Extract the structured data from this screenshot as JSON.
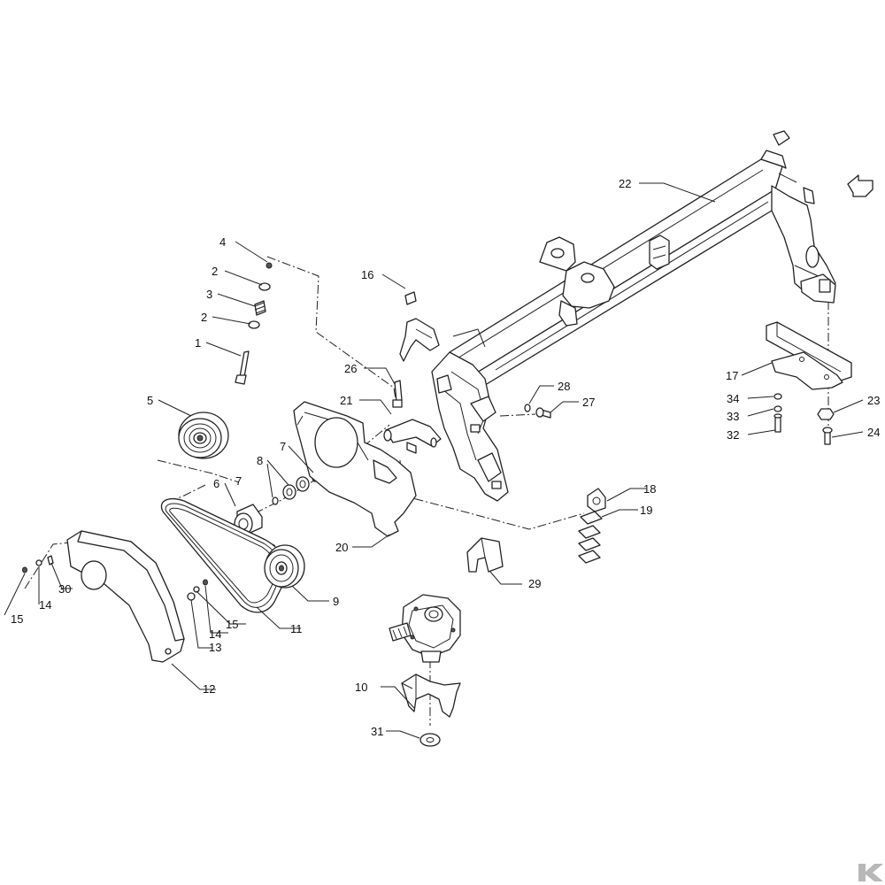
{
  "diagram": {
    "callouts": [
      {
        "id": "c4",
        "text": "4"
      },
      {
        "id": "c2a",
        "text": "2"
      },
      {
        "id": "c3",
        "text": "3"
      },
      {
        "id": "c2b",
        "text": "2"
      },
      {
        "id": "c1",
        "text": "1"
      },
      {
        "id": "c16",
        "text": "16"
      },
      {
        "id": "c22",
        "text": "22"
      },
      {
        "id": "c26",
        "text": "26"
      },
      {
        "id": "c21",
        "text": "21"
      },
      {
        "id": "c28",
        "text": "28"
      },
      {
        "id": "c27",
        "text": "27"
      },
      {
        "id": "c5",
        "text": "5"
      },
      {
        "id": "c7a",
        "text": "7"
      },
      {
        "id": "c8",
        "text": "8"
      },
      {
        "id": "c6",
        "text": "6"
      },
      {
        "id": "c7b",
        "text": "7"
      },
      {
        "id": "c17",
        "text": "17"
      },
      {
        "id": "c34",
        "text": "34"
      },
      {
        "id": "c33",
        "text": "33"
      },
      {
        "id": "c32",
        "text": "32"
      },
      {
        "id": "c23",
        "text": "23"
      },
      {
        "id": "c24",
        "text": "24"
      },
      {
        "id": "c18",
        "text": "18"
      },
      {
        "id": "c19",
        "text": "19"
      },
      {
        "id": "c20",
        "text": "20"
      },
      {
        "id": "c29",
        "text": "29"
      },
      {
        "id": "c9",
        "text": "9"
      },
      {
        "id": "c30",
        "text": "30"
      },
      {
        "id": "c14a",
        "text": "14"
      },
      {
        "id": "c15a",
        "text": "15"
      },
      {
        "id": "c14b",
        "text": "14"
      },
      {
        "id": "c15b",
        "text": "15"
      },
      {
        "id": "c11",
        "text": "11"
      },
      {
        "id": "c13",
        "text": "13"
      },
      {
        "id": "c12",
        "text": "12"
      },
      {
        "id": "c10",
        "text": "10"
      },
      {
        "id": "c31",
        "text": "31"
      }
    ]
  },
  "icons": {
    "direction_arrow": "arrow-icon",
    "brand_logo": "k-logo-icon"
  },
  "colors": {
    "line": "#222222",
    "background": "#ffffff",
    "logo": "#b8b8b8"
  }
}
